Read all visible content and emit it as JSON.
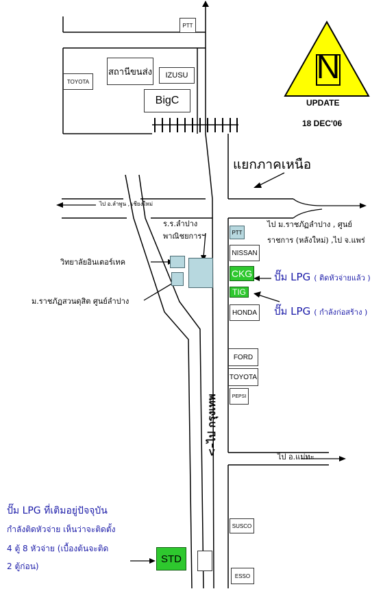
{
  "north": {
    "letter": "N",
    "update": "UPDATE",
    "date": "18 DEC'06"
  },
  "colors": {
    "lpg_green": "#2ec82e",
    "blue_text": "#1a1aa8",
    "north_fill": "#ffff00",
    "building_teal": "#b7d8df"
  },
  "labels": {
    "junction": "แยกภาคเหนือ",
    "to_lamphun": "ไป อ.ลำพูน , เชียงใหม่",
    "school": [
      "ร.ร.ลำปาง",
      "พาณิชยการฯ"
    ],
    "interTech": "วิทยาลัยอินเตอร์เทค",
    "suanDusit": "ม.ราชภัฏสวนดุสิต ศูนย์ลำปาง",
    "to_rajabhat": [
      "ไป ม.ราชภัฏลำปาง , ศูนย์",
      "ราชการ (หลังใหม่) ,ไป จ.แพร่"
    ],
    "lpg1_main": "ปั๊ม LPG",
    "lpg1_note": "( ติดหัวจ่ายแล้ว )",
    "lpg2_main": "ปั๊ม LPG",
    "lpg2_note": "( กำลังก่อสร้าง )",
    "to_bangkok": "<–ไป กรุงเทพ",
    "to_maetha": "ไป อ.แม่ทะ",
    "bottom_note": [
      "ปั๊ม LPG ที่เติมอยู่ปัจจุบัน",
      "กำลังติดหัวจ่าย เห็นว่าจะติดตั้ง",
      "4 ตู้ 8 หัวจ่าย (เบื้องต้นจะติด",
      "2 ตู้ก่อน)"
    ]
  },
  "places": {
    "ptt_top": "PTT",
    "toyota_left": "TOYOTA",
    "sathanee": "สถานีขนส่ง",
    "izusu": "IZUSU",
    "bigc": "BigC",
    "ptt_right": "PTT",
    "nissan": "NISSAN",
    "ckg": "CKG",
    "tig": "TIG",
    "honda": "HONDA",
    "ford": "FORD",
    "toyota_right": "TOYOTA",
    "pepsi": "PEPSI",
    "susco": "SUSCO",
    "std": "STD",
    "esso": "ESSO"
  }
}
